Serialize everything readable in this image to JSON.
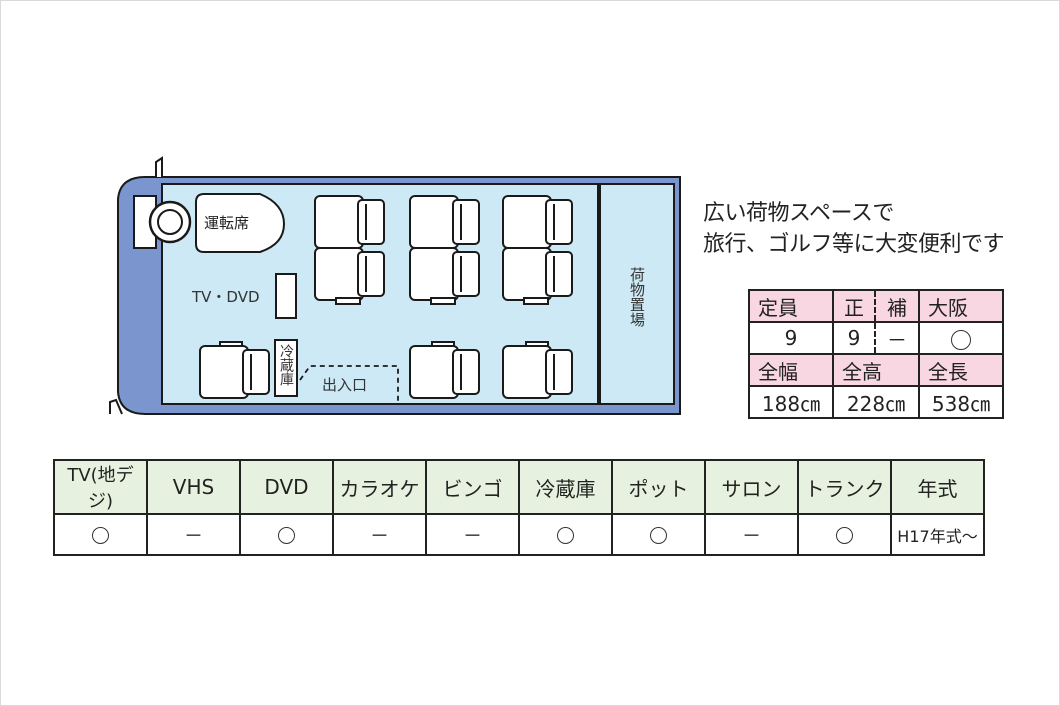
{
  "bus_diagram": {
    "driver_seat_label": "運転席",
    "tv_dvd_label": "TV・DVD",
    "fridge_label": "冷蔵庫",
    "entrance_label": "出入口",
    "luggage_label": "荷物置場",
    "colors": {
      "floor": "#cde9f5",
      "body": "#7b96cf",
      "seat": "#ffffff",
      "outline": "#1a1a1a"
    }
  },
  "description": {
    "line1": "広い荷物スペースで",
    "line2": "旅行、ゴルフ等に大変便利です"
  },
  "spec_table": {
    "capacity_header": "定員",
    "regular_header": "正",
    "auxiliary_header": "補",
    "osaka_header": "大阪",
    "capacity_value": "9",
    "regular_value": "9",
    "auxiliary_value": "－",
    "osaka_value": "◯",
    "width_header": "全幅",
    "height_header": "全高",
    "length_header": "全長",
    "width_value": "188㎝",
    "height_value": "228㎝",
    "length_value": "538㎝",
    "header_color": "#f8d7e3"
  },
  "equipment_table": {
    "header_color": "#e6f2df",
    "columns": [
      {
        "label": "TV(地デジ)",
        "value": "◯"
      },
      {
        "label": "VHS",
        "value": "－"
      },
      {
        "label": "DVD",
        "value": "◯"
      },
      {
        "label": "カラオケ",
        "value": "－"
      },
      {
        "label": "ビンゴ",
        "value": "－"
      },
      {
        "label": "冷蔵庫",
        "value": "◯"
      },
      {
        "label": "ポット",
        "value": "◯"
      },
      {
        "label": "サロン",
        "value": "－"
      },
      {
        "label": "トランク",
        "value": "◯"
      },
      {
        "label": "年式",
        "value": "H17年式～"
      }
    ]
  }
}
